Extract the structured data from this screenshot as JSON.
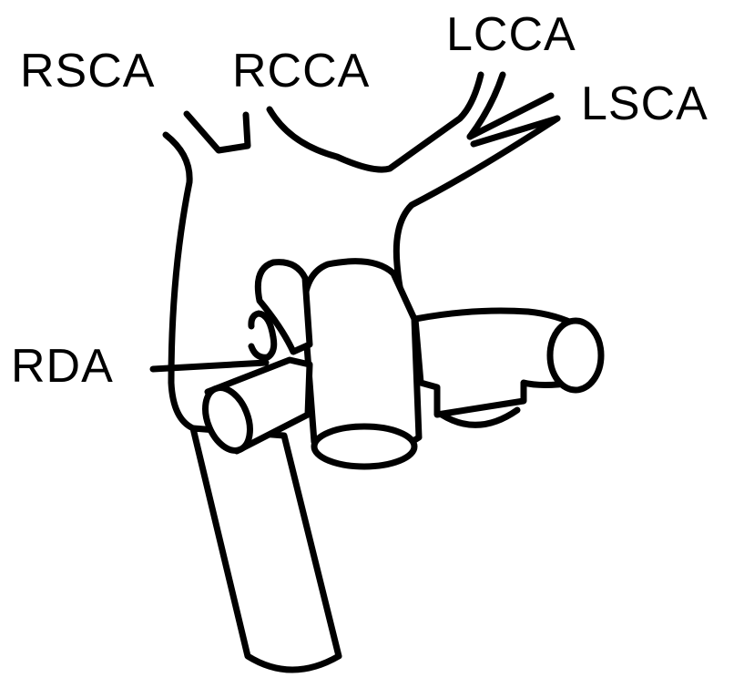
{
  "labels": {
    "rsca": "RSCA",
    "rcca": "RCCA",
    "lcca": "LCCA",
    "lsca": "LSCA",
    "rda": "RDA"
  },
  "colors": {
    "stroke": "#000000",
    "background": "#ffffff"
  }
}
